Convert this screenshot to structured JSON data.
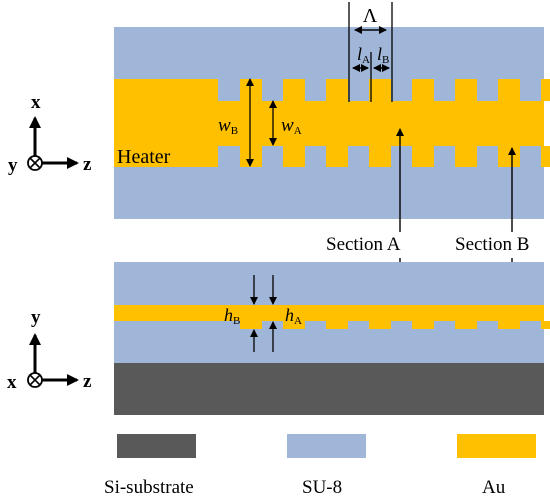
{
  "colors": {
    "su8": "#9fb6d9",
    "au": "#ffc000",
    "si": "#595959",
    "line": "#000000"
  },
  "top_view": {
    "axis_vertical": "x",
    "axis_horizontal": "z",
    "axis_out": "y",
    "heater_label": "Heater",
    "period_label": "Λ",
    "la_label": "l",
    "la_sub": "A",
    "lb_label": "l",
    "lb_sub": "B",
    "wb_label": "w",
    "wb_sub": "B",
    "wa_label": "w",
    "wa_sub": "A",
    "section_a_label": "Section A",
    "section_b_label": "Section B"
  },
  "side_view": {
    "axis_vertical": "y",
    "axis_horizontal": "z",
    "axis_out": "x",
    "hb_label": "h",
    "hb_sub": "B",
    "ha_label": "h",
    "ha_sub": "A"
  },
  "legend": {
    "items": [
      {
        "label": "Si-substrate",
        "color": "#595959"
      },
      {
        "label": "SU-8",
        "color": "#9fb6d9"
      },
      {
        "label": "Au",
        "color": "#ffc000"
      }
    ]
  }
}
